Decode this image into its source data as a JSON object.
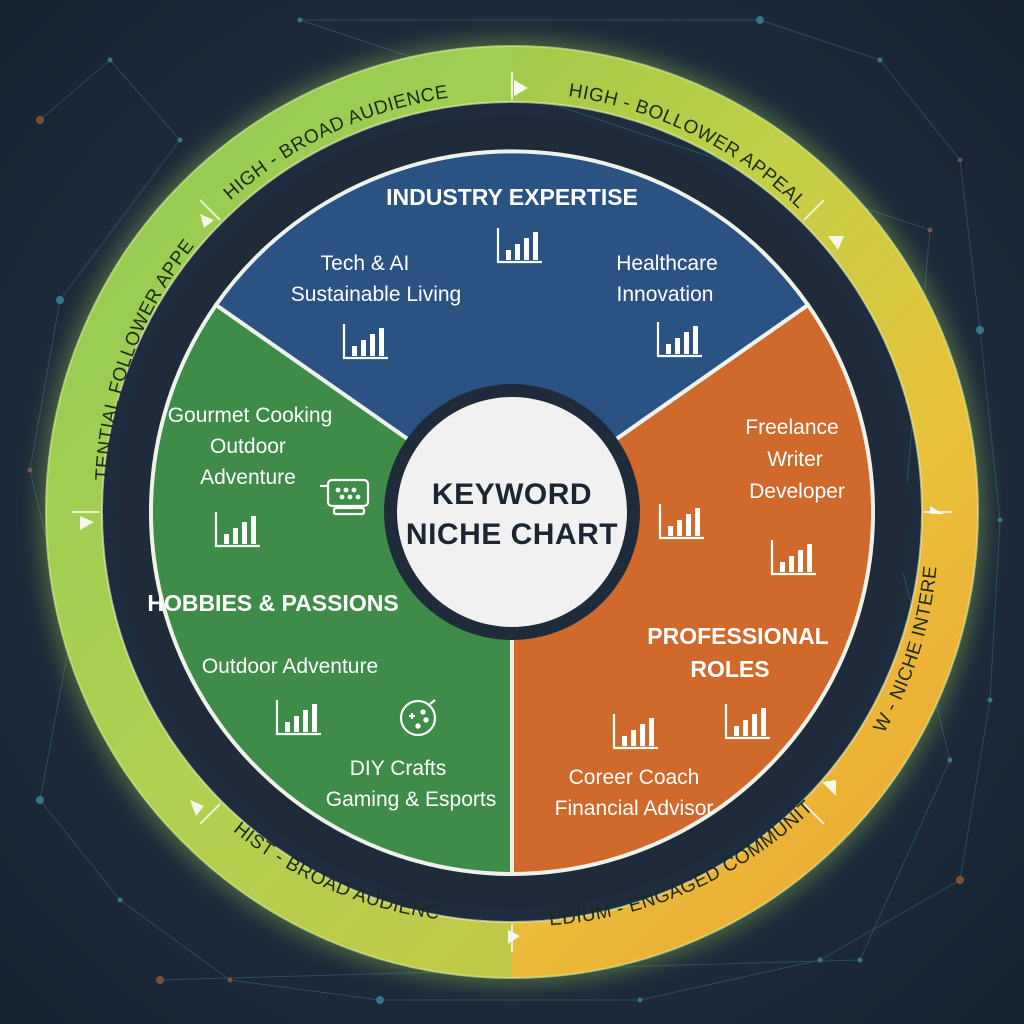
{
  "center": {
    "line1": "KEYWORD",
    "line2": "NICHE CHART"
  },
  "ring_labels": {
    "top_left": "HIGH - BROAD AUDIENCE",
    "top_right": "HIGH - BOLLOWER APPEAL",
    "left": "POTENTIAL FOLLOWER APPEAL",
    "right": "LOW - NICHE INTEREST",
    "bottom_left": "HIST - BROAD AUDIENCE",
    "bottom_right": "MEDIUM - ENGAGED COMMUNITY"
  },
  "segments": {
    "industry": {
      "title": "INDUSTRY EXPERTISE",
      "items": [
        "Tech & AI",
        "Sustainable Living",
        "Healthcare",
        "Innovation"
      ]
    },
    "hobbies": {
      "title": "HOBBIES & PASSIONS",
      "items": [
        "Gourmet Cooking",
        "Outdoor",
        "Adventure",
        "Outdoor Adventure",
        "DIY Crafts",
        "Gaming & Esports"
      ]
    },
    "professional": {
      "title_line1": "PROFESSIONAL",
      "title_line2": "ROLES",
      "items": [
        "Freelance",
        "Writer",
        "Developer",
        "Coreer Coach",
        "Financial Advisor"
      ]
    }
  },
  "colors": {
    "industry": "#2a5384",
    "hobbies": "#3f8c48",
    "professional": "#cf6a2c",
    "ring_green": "#8fcf56",
    "ring_yellow": "#d8c83c",
    "ring_orange": "#eea334",
    "background": "#1c2a3c"
  },
  "icons": [
    "bar-chart-icon",
    "laptop-icon",
    "gamepad-icon"
  ]
}
